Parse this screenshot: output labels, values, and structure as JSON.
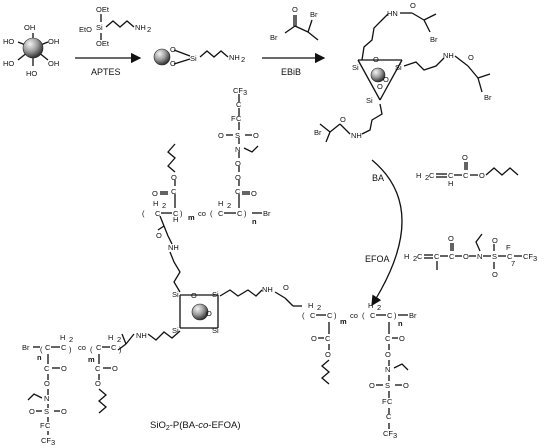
{
  "reagents": {
    "aptes": "APTES",
    "ebib": "EBiB",
    "ba": "BA",
    "efoa": "EFOA"
  },
  "product": {
    "prefix": "SiO",
    "sub": "2",
    "mid": "-P(BA-",
    "co": "co",
    "suffix": "-EFOA)"
  },
  "atoms": {
    "oh": "HO",
    "oh_r": "OH",
    "si": "Si",
    "o": "O",
    "oet": "OEt",
    "eto": "EtO",
    "nh2": "NH",
    "nh2_sub": "2",
    "br": "Br",
    "hn": "HN",
    "nh": "NH",
    "co_link": "co",
    "m": "m",
    "n": "n",
    "cf3": "CF",
    "cf3_sub": "3",
    "f2c": "F",
    "s": "S",
    "n_atom": "N",
    "h2c": "H",
    "c": "C",
    "h": "H",
    "seven": "7"
  },
  "colors": {
    "ink": "#111111",
    "sphere_light": "#f4f4f4",
    "sphere_dark": "#444444"
  }
}
